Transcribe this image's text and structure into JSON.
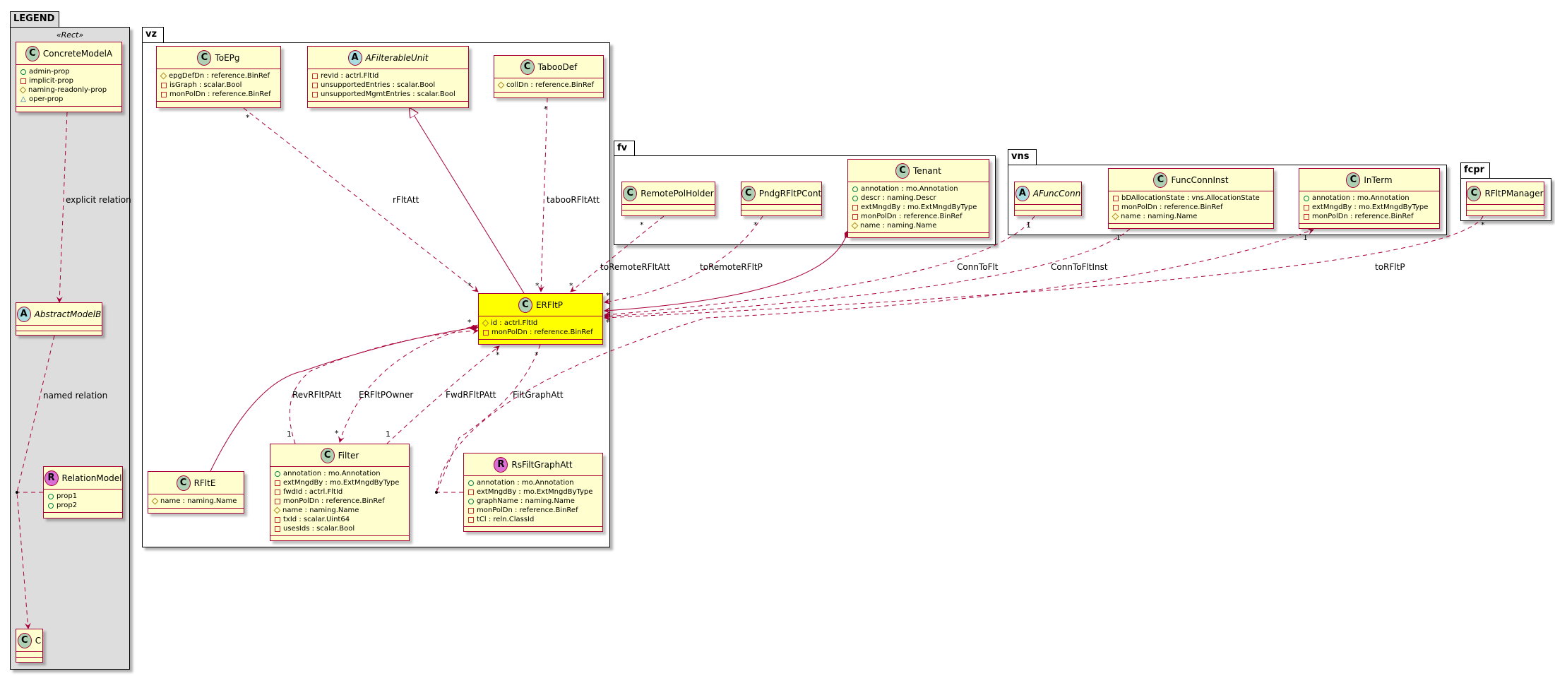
{
  "colors": {
    "border": "#A80036",
    "class_fill": "#FEFECE",
    "highlight_fill": "#FFFF00",
    "class_circle": "#ADD1B2",
    "abstract_circle": "#A9DCDF",
    "relation_circle": "#DA70D6",
    "legend_bg": "#DDDDDD"
  },
  "packages": {
    "legend": {
      "name": "LEGEND",
      "stereotype": "«Rect»"
    },
    "vz": {
      "name": "vz"
    },
    "fv": {
      "name": "fv"
    },
    "vns": {
      "name": "vns"
    },
    "fcpr": {
      "name": "fcpr"
    }
  },
  "classes": {
    "ConcreteModelA": {
      "kind": "C",
      "name": "ConcreteModelA",
      "attrs": [
        {
          "vis": "pub",
          "text": "admin-prop"
        },
        {
          "vis": "priv",
          "text": "implicit-prop"
        },
        {
          "vis": "prot",
          "text": "naming-readonly-prop"
        },
        {
          "vis": "pkg",
          "text": "oper-prop"
        }
      ]
    },
    "AbstractModelB": {
      "kind": "A",
      "name": "AbstractModelB",
      "attrs": []
    },
    "RelationModel": {
      "kind": "R",
      "name": "RelationModel",
      "attrs": [
        {
          "vis": "pub",
          "text": "prop1"
        },
        {
          "vis": "pub",
          "text": "prop2"
        }
      ]
    },
    "C": {
      "kind": "C",
      "name": "C",
      "attrs": []
    },
    "ToEPg": {
      "kind": "C",
      "name": "ToEPg",
      "attrs": [
        {
          "vis": "prot",
          "text": "epgDefDn : reference.BinRef"
        },
        {
          "vis": "priv",
          "text": "isGraph : scalar.Bool"
        },
        {
          "vis": "priv",
          "text": "monPolDn : reference.BinRef"
        }
      ]
    },
    "AFilterableUnit": {
      "kind": "A",
      "name": "AFilterableUnit",
      "attrs": [
        {
          "vis": "priv",
          "text": "revId : actrl.FltId"
        },
        {
          "vis": "priv",
          "text": "unsupportedEntries : scalar.Bool"
        },
        {
          "vis": "priv",
          "text": "unsupportedMgmtEntries : scalar.Bool"
        }
      ]
    },
    "TabooDef": {
      "kind": "C",
      "name": "TabooDef",
      "attrs": [
        {
          "vis": "prot",
          "text": "collDn : reference.BinRef"
        }
      ]
    },
    "ERFltP": {
      "kind": "C",
      "name": "ERFltP",
      "attrs": [
        {
          "vis": "prot",
          "text": "id : actrl.FltId"
        },
        {
          "vis": "priv",
          "text": "monPolDn : reference.BinRef"
        }
      ]
    },
    "RFltE": {
      "kind": "C",
      "name": "RFltE",
      "attrs": [
        {
          "vis": "prot",
          "text": "name : naming.Name"
        }
      ]
    },
    "Filter": {
      "kind": "C",
      "name": "Filter",
      "attrs": [
        {
          "vis": "pub",
          "text": "annotation : mo.Annotation"
        },
        {
          "vis": "priv",
          "text": "extMngdBy : mo.ExtMngdByType"
        },
        {
          "vis": "priv",
          "text": "fwdId : actrl.FltId"
        },
        {
          "vis": "priv",
          "text": "monPolDn : reference.BinRef"
        },
        {
          "vis": "prot",
          "text": "name : naming.Name"
        },
        {
          "vis": "priv",
          "text": "txId : scalar.Uint64"
        },
        {
          "vis": "priv",
          "text": "usesIds : scalar.Bool"
        }
      ]
    },
    "RsFiltGraphAtt": {
      "kind": "R",
      "name": "RsFiltGraphAtt",
      "attrs": [
        {
          "vis": "pub",
          "text": "annotation : mo.Annotation"
        },
        {
          "vis": "priv",
          "text": "extMngdBy : mo.ExtMngdByType"
        },
        {
          "vis": "pub",
          "text": "graphName : naming.Name"
        },
        {
          "vis": "priv",
          "text": "monPolDn : reference.BinRef"
        },
        {
          "vis": "priv",
          "text": "tCl : reln.ClassId"
        }
      ]
    },
    "RemotePolHolder": {
      "kind": "C",
      "name": "RemotePolHolder",
      "attrs": null
    },
    "PndgRFltPCont": {
      "kind": "C",
      "name": "PndgRFltPCont",
      "attrs": null
    },
    "Tenant": {
      "kind": "C",
      "name": "Tenant",
      "attrs": [
        {
          "vis": "pub",
          "text": "annotation : mo.Annotation"
        },
        {
          "vis": "pub",
          "text": "descr : naming.Descr"
        },
        {
          "vis": "priv",
          "text": "extMngdBy : mo.ExtMngdByType"
        },
        {
          "vis": "priv",
          "text": "monPolDn : reference.BinRef"
        },
        {
          "vis": "prot",
          "text": "name : naming.Name"
        }
      ]
    },
    "AFuncConn": {
      "kind": "A",
      "name": "AFuncConn",
      "attrs": null
    },
    "FuncConnInst": {
      "kind": "C",
      "name": "FuncConnInst",
      "attrs": [
        {
          "vis": "priv",
          "text": "bDAllocationState : vns.AllocationState"
        },
        {
          "vis": "priv",
          "text": "monPolDn : reference.BinRef"
        },
        {
          "vis": "prot",
          "text": "name : naming.Name"
        }
      ]
    },
    "InTerm": {
      "kind": "C",
      "name": "InTerm",
      "attrs": [
        {
          "vis": "pub",
          "text": "annotation : mo.Annotation"
        },
        {
          "vis": "priv",
          "text": "extMngdBy : mo.ExtMngdByType"
        },
        {
          "vis": "priv",
          "text": "monPolDn : reference.BinRef"
        }
      ]
    },
    "RFltPManager": {
      "kind": "C",
      "name": "RFltPManager",
      "attrs": null
    }
  },
  "edges": {
    "explicit": {
      "label": "explicit relation"
    },
    "named": {
      "label": "named relation"
    },
    "rFltAtt": {
      "label": "rFltAtt",
      "m1": "*",
      "m2": "*"
    },
    "tabooRFltAtt": {
      "label": "tabooRFltAtt",
      "m1": "*",
      "m2": "*"
    },
    "toRemoteRFltAtt": {
      "label": "toRemoteRFltAtt",
      "m1": "*",
      "m2": "*"
    },
    "toRemoteRFltP": {
      "label": "toRemoteRFltP",
      "m1": "*",
      "m2": "*"
    },
    "ConnToFlt": {
      "label": "ConnToFlt",
      "m1": "1",
      "m2": "*"
    },
    "ConnToFltInst": {
      "label": "ConnToFltInst",
      "m1": "1",
      "m2": "*"
    },
    "toRFltP": {
      "label": "toRFltP",
      "m1": "*",
      "m2": "*"
    },
    "InTermLink": {
      "m1": "1"
    },
    "RevRFltPAtt": {
      "label": "RevRFltPAtt",
      "m1": "1",
      "m2": "*"
    },
    "ERFltPOwner": {
      "label": "ERFltPOwner",
      "m1": "*"
    },
    "FwdRFltPAtt": {
      "label": "FwdRFltPAtt",
      "m1": "1",
      "m2": "*"
    },
    "FiltGraphAtt": {
      "label": "FiltGraphAtt",
      "m1": "*"
    }
  }
}
